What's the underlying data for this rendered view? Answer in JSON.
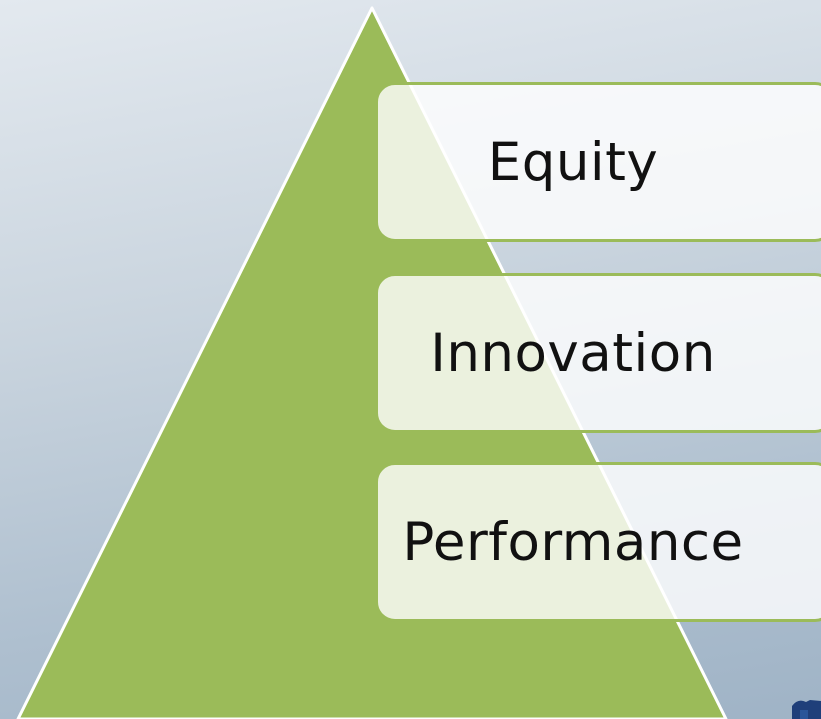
{
  "diagram": {
    "pyramid_color": "#9bbb59",
    "box_border_color": "#9bbb59",
    "levels": [
      {
        "label": "Equity"
      },
      {
        "label": "Innovation"
      },
      {
        "label": "Performance"
      }
    ]
  },
  "corner_logo": {
    "icon": "logo-fragment-icon",
    "color": "#1f3f7a"
  }
}
